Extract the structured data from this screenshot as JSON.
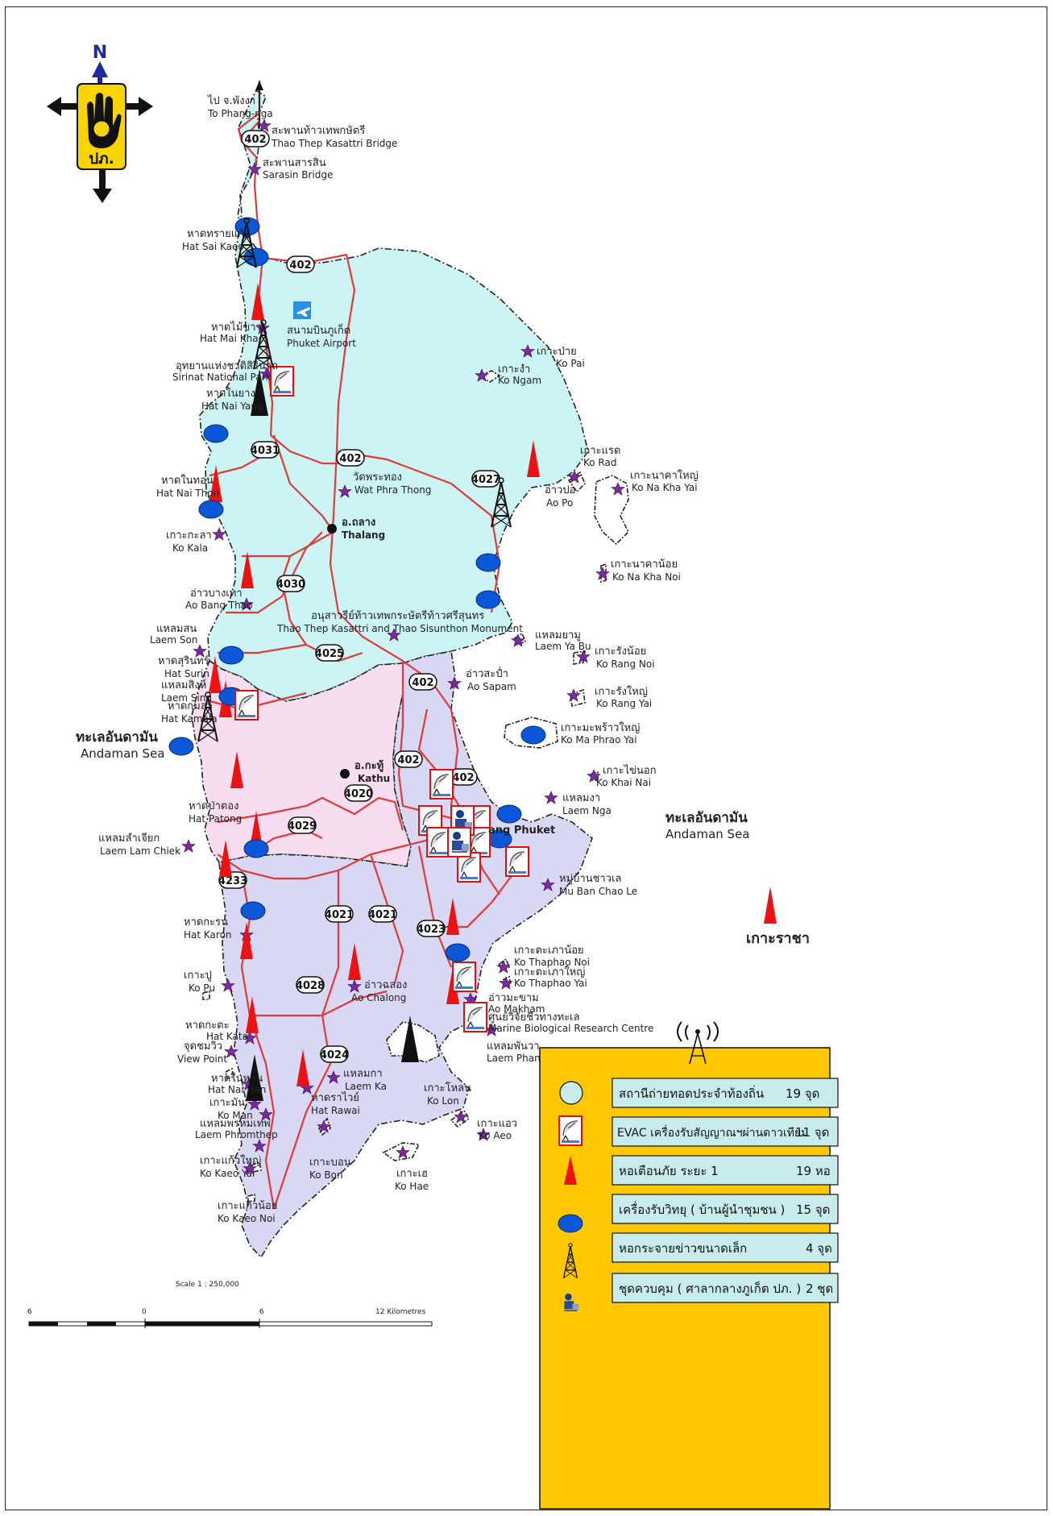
{
  "compass": {
    "north_letter": "N",
    "badge_text": "ปภ."
  },
  "roads": {
    "r402": "402",
    "r4031": "4031",
    "r4027": "4027",
    "r4030": "4030",
    "r4025": "4025",
    "r4029": "4029",
    "r4020": "4020",
    "r4233": "4233",
    "r4021": "4021",
    "r4023": "4023",
    "r4028": "4028",
    "r4024": "4024"
  },
  "places": [
    {
      "th": "ไป จ.พังงา",
      "en": "To Phang-nga"
    },
    {
      "th": "สะพานท้าวเทพกษัตรี",
      "en": "Thao Thep Kasattri Bridge"
    },
    {
      "th": "สะพานสารสิน",
      "en": "Sarasin Bridge"
    },
    {
      "th": "หาดทรายแก้ว",
      "en": "Hat Sai Kaeo"
    },
    {
      "th": "สนามบินภูเก็ต",
      "en": "Phuket Airport"
    },
    {
      "th": "หาดไม้ขาว",
      "en": "Hat Mai Khao"
    },
    {
      "th": "อุทยานแห่งชาติสิรินาถ",
      "en": "Sirinat National Park"
    },
    {
      "th": "หาดในยาง",
      "en": "Hat Nai Yang"
    },
    {
      "th": "เกาะป่าย",
      "en": "Ko Pai"
    },
    {
      "th": "เกาะงำ",
      "en": "Ko Ngam"
    },
    {
      "th": "เกาะแรด",
      "en": "Ko Rad"
    },
    {
      "th": "เกาะนาคาใหญ่",
      "en": "Ko Na Kha Yai"
    },
    {
      "th": "อ่าวปอ",
      "en": "Ao Po"
    },
    {
      "th": "หาดในทอน",
      "en": "Hat Nai Thon"
    },
    {
      "th": "วัดพระทอง",
      "en": "Wat Phra Thong"
    },
    {
      "th": "อ.ถลาง",
      "en": "Thalang"
    },
    {
      "th": "เกาะกะลา",
      "en": "Ko Kala"
    },
    {
      "th": "เกาะนาคาน้อย",
      "en": "Ko Na Kha Noi"
    },
    {
      "th": "อ่าวบางเทา",
      "en": "Ao Bang Thao"
    },
    {
      "th": "แหลมสน",
      "en": "Laem Son"
    },
    {
      "th": "อนุสาวรีย์ท้าวเทพกระษัตรีท้าวศรีสุนทร",
      "en": "Thao Thep Kasattri and Thao Sisunthon Monument"
    },
    {
      "th": "แหลมยามู",
      "en": "Laem Ya Bu"
    },
    {
      "th": "หาดสุรินทร์",
      "en": "Hat Surin"
    },
    {
      "th": "แหลมสิงห์",
      "en": "Laem Sing"
    },
    {
      "th": "เกาะรังน้อย",
      "en": "Ko Rang Noi"
    },
    {
      "th": "อ่าวสะป่ำ",
      "en": "Ao Sapam"
    },
    {
      "th": "หาดกมลา",
      "en": "Hat Kamala"
    },
    {
      "th": "เกาะรังใหญ่",
      "en": "Ko Rang Yai"
    },
    {
      "th": "เกาะมะพร้าวใหญ่",
      "en": "Ko Ma Phrao Yai"
    },
    {
      "th": "อ.กะทู้",
      "en": "Kathu"
    },
    {
      "th": "เกาะไข่นอก",
      "en": "Ko Khai Nai"
    },
    {
      "th": "แหลมงา",
      "en": "Laem Nga"
    },
    {
      "th": "หาดป่าตอง",
      "en": "Hat Patong"
    },
    {
      "th": "แหลมลำเจียก",
      "en": "Laem Lam Chiek"
    },
    {
      "th": "หมู่บ้านชาวเล",
      "en": "Mu Ban Chao Le"
    },
    {
      "th": "หาดกะรน",
      "en": "Hat Karon"
    },
    {
      "th": "เกาะตะเภาน้อย",
      "en": "Ko Thaphao Noi"
    },
    {
      "th": "เกาะตะเภาใหญ่",
      "en": "Ko Thaphao Yai"
    },
    {
      "th": "เกาะปู",
      "en": "Ko Pu"
    },
    {
      "th": "อ่าวฉลอง",
      "en": "Ao Chalong"
    },
    {
      "th": "อ่าวมะขาม",
      "en": "Ao Makham"
    },
    {
      "th": "ศูนย์วิจัยชีวทางทะเล",
      "en": "Marine Biological Research Centre"
    },
    {
      "th": "หาดกะตะ",
      "en": "Hat Kata"
    },
    {
      "th": "จุดชมวิว",
      "en": "View Point"
    },
    {
      "th": "แหลมพันวา",
      "en": "Laem Phanwa"
    },
    {
      "th": "หาดในหาน",
      "en": "Hat Nai Han"
    },
    {
      "th": "แหลมกา",
      "en": "Laem Ka"
    },
    {
      "th": "เกาะมัน",
      "en": "Ko Man"
    },
    {
      "th": "หาดราไวย์",
      "en": "Hat Rawai"
    },
    {
      "th": "เกาะโหลน",
      "en": "Ko Lon"
    },
    {
      "th": "แหลมพรหมเทพ",
      "en": "Laem Phromthep"
    },
    {
      "th": "เกาะแอว",
      "en": "Ko Aeo"
    },
    {
      "th": "เกาะแก้วใหญ่",
      "en": "Ko Kaeo Yai"
    },
    {
      "th": "เกาะบอน",
      "en": "Ko Bon"
    },
    {
      "th": "เกาะเฮ",
      "en": "Ko Hae"
    },
    {
      "th": "เกาะแก้วน้อย",
      "en": "Ko Kaeo Noi"
    }
  ],
  "city_label": "ang Phuket",
  "seas": {
    "west_th": "ทะเลอันดามัน",
    "west_en": "Andaman Sea",
    "east_th": "ทะเลอันดามัน",
    "east_en": "Andaman Sea"
  },
  "side_island_label": "เกาะราชา",
  "scale": {
    "title": "Scale 1 : 250,000",
    "tick_0": "6",
    "tick_1": "0",
    "tick_2": "6",
    "tick_3": "12 Kilometres"
  },
  "legend": [
    {
      "icon": "circle-outline-icon",
      "label": "สถานีถ่ายทอดประจำท้องถิ่น",
      "count": "19 จุด"
    },
    {
      "icon": "satellite-dish-icon",
      "label": "EVAC เครื่องรับสัญญาณฯผ่านดาวเทียม",
      "count": "11 จุด"
    },
    {
      "icon": "warning-tower-icon",
      "label": "หอเตือนภัย ระยะ 1",
      "count": "19 หอ"
    },
    {
      "icon": "radio-receiver-icon",
      "label": "เครื่องรับวิทยุ ( บ้านผู้นำชุมชน )",
      "count": "15 จุด"
    },
    {
      "icon": "broadcast-tower-icon",
      "label": "หอกระจายข่าวขนาดเล็ก",
      "count": "4 จุด"
    },
    {
      "icon": "control-set-icon",
      "label": "ชุดควบคุม ( ศาลากลางภูเก็ต ปภ. )",
      "count": "2 ชุด"
    }
  ],
  "colors": {
    "north_region": "#cdf4f4",
    "kathu_region": "#f8dcf0",
    "south_region": "#d8d8f4",
    "warning_red": "#ee1111",
    "radio_blue": "#0a58d8",
    "road_red": "#e03a3a",
    "legend_bg": "#ffc800",
    "legend_cell": "#c8ecec",
    "star_purple": "#7a2a9a"
  }
}
